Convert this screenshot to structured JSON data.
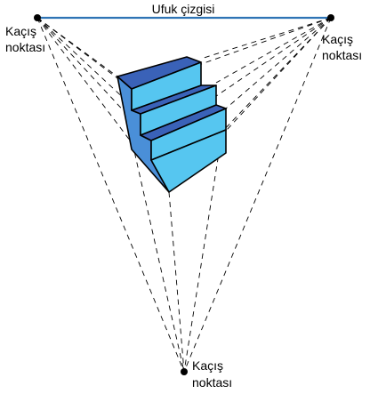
{
  "horizon": {
    "label": "Ufuk çizgisi"
  },
  "vanishing_points": {
    "left": {
      "label_line1": "Kaçış",
      "label_line2": "noktası"
    },
    "right": {
      "label_line1": "Kaçış",
      "label_line2": "noktası"
    },
    "bottom": {
      "label_line1": "Kaçış",
      "label_line2": "noktası"
    }
  },
  "colors": {
    "horizon_line": "#2f74b5",
    "light_face": "#56c6f0",
    "dark_face": "#3a62b8",
    "side_face": "#4a8fd8",
    "guides": "#000000"
  }
}
